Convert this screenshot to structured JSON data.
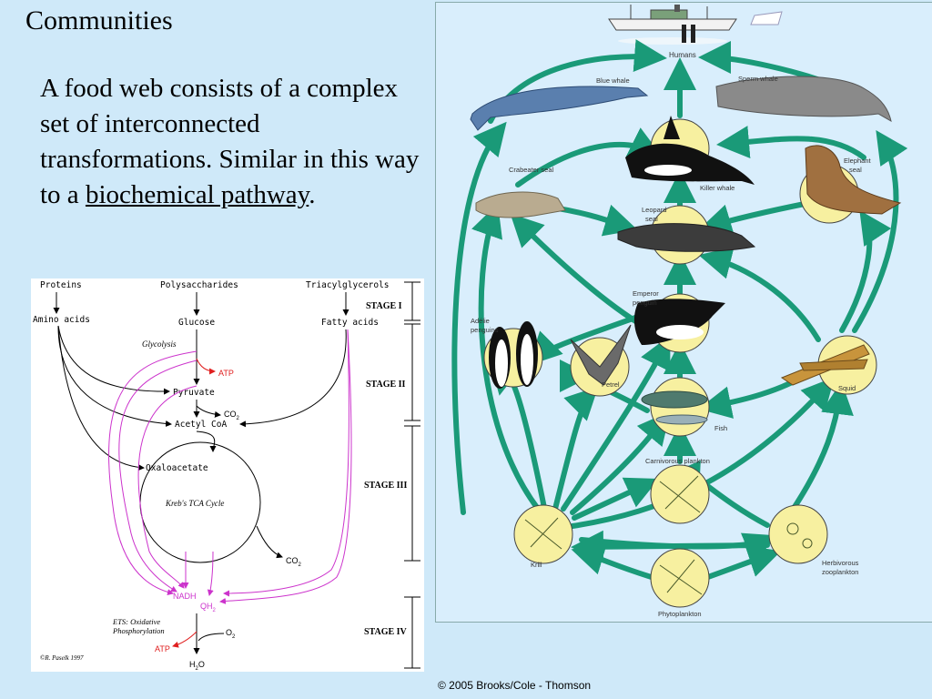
{
  "slide": {
    "title": "Communities",
    "text_before": "A food web consists of a complex set of interconnected transformations.  Similar in this way to a ",
    "link_text": "biochemical pathway",
    "text_after": "."
  },
  "metabolic_diagram": {
    "sources": [
      "Proteins",
      "Polysaccharides",
      "Triacylglycerols"
    ],
    "monomers": [
      "Amino acids",
      "Glucose",
      "Fatty acids"
    ],
    "glycolysis": "Glycolysis",
    "atp": "ATP",
    "pyruvate": "Pyruvate",
    "co2_1": "CO",
    "co2_sub": "2",
    "acetyl_coa": "Acetyl CoA",
    "oxaloacetate": "Oxaloacetate",
    "cycle": "Kreb's TCA Cycle",
    "co2_2": "CO",
    "nadh": "NADH",
    "qh2": "QH",
    "ets_line1": "ETS: Oxidative",
    "ets_line2": "Phosphorylation",
    "o2": "O",
    "atp2": "ATP",
    "h2o_h": "H",
    "h2o_o": "O",
    "credit": "©R. Paselk 1997",
    "stages": [
      "STAGE I",
      "STAGE II",
      "STAGE III",
      "STAGE IV"
    ],
    "colors": {
      "pathway": "#000000",
      "energy": "#cc33cc",
      "atp": "#e02020"
    }
  },
  "food_web": {
    "labels": {
      "humans": "Humans",
      "blue_whale": "Blue whale",
      "sperm_whale": "Sperm whale",
      "crabeater_seal": "Crabeater seal",
      "killer_whale": "Killer whale",
      "elephant_seal_1": "Elephant",
      "elephant_seal_2": "seal",
      "leopard_seal_1": "Leopard",
      "leopard_seal_2": "seal",
      "emperor_penguin_1": "Emperor",
      "emperor_penguin_2": "penguin",
      "adelie_1": "Adélie",
      "adelie_2": "penguins",
      "petrel": "Petrel",
      "squid": "Squid",
      "fish": "Fish",
      "carnivorous_plankton": "Carnivorous plankton",
      "krill": "Krill",
      "herbivorous_1": "Herbivorous",
      "herbivorous_2": "zooplankton",
      "phytoplankton": "Phytoplankton"
    },
    "colors": {
      "arrow": "#1a9a78",
      "node": "#f7f0a0",
      "water": "#d9eefc"
    }
  },
  "copyright": "© 2005 Brooks/Cole - Thomson"
}
